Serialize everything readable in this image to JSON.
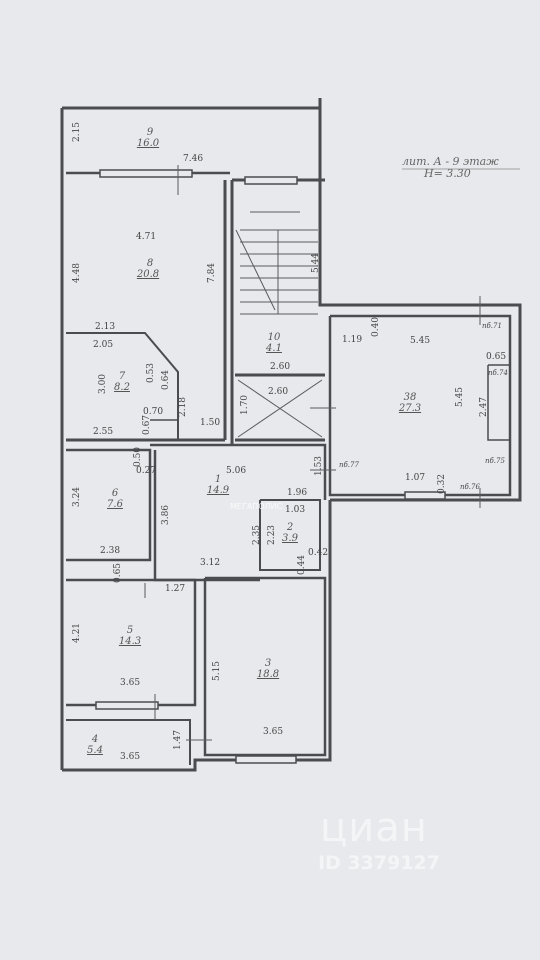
{
  "header": {
    "section": "лит. А - 9 этаж",
    "height": "H= 3.30"
  },
  "rooms": [
    {
      "no": "9",
      "area": "16.0"
    },
    {
      "no": "8",
      "area": "20.8"
    },
    {
      "no": "7",
      "area": "8.2"
    },
    {
      "no": "6",
      "area": "7.6"
    },
    {
      "no": "1",
      "area": "14.9"
    },
    {
      "no": "2",
      "area": "3.9"
    },
    {
      "no": "5",
      "area": "14.3"
    },
    {
      "no": "3",
      "area": "18.8"
    },
    {
      "no": "4",
      "area": "5.4"
    },
    {
      "no": "10",
      "area": "4.1"
    },
    {
      "no": "38",
      "area": "27.3"
    }
  ],
  "dims": {
    "d215": "2.15",
    "d746": "7.46",
    "d471": "4.71",
    "d448": "4.48",
    "d784": "7.84",
    "d213": "2.13",
    "d205": "2.05",
    "d300": "3.00",
    "d053": "0.53",
    "d064": "0.64",
    "d070": "0.70",
    "d067": "0.67",
    "d218": "2.18",
    "d255": "2.55",
    "d150": "1.50",
    "d050": "0.50",
    "d027": "0.27",
    "d324": "3.24",
    "d386": "3.86",
    "d506": "5.06",
    "d196": "1.96",
    "d103": "1.03",
    "d235": "2.35",
    "d223": "2.23",
    "d238": "2.38",
    "d312": "3.12",
    "d042": "0.42",
    "d044": "0.44",
    "d065": "0.65",
    "d127": "1.27",
    "d421": "4.21",
    "d365a": "3.65",
    "d515": "5.15",
    "d365b": "3.65",
    "d365c": "3.65",
    "d147": "1.47",
    "d544": "5.44",
    "d260a": "2.60",
    "d260b": "2.60",
    "d170": "1.70",
    "d153": "1.53",
    "d119": "1.19",
    "d040": "0.40",
    "d545a": "5.45",
    "d545b": "5.45",
    "d065b": "0.65",
    "d247": "2.47",
    "d107": "1.07",
    "d032": "0.32",
    "v71": "пб.71",
    "v74": "пб.74",
    "v75": "пб.75",
    "v76": "пб.76",
    "v77": "пб.77"
  },
  "watermarks": {
    "cian": "циан",
    "id": "ID 3379127",
    "agency": "МЕГАПОЛИС"
  },
  "colors": {
    "wall": "#4a4c50",
    "paper": "#e7e9ec",
    "line": "#5a5c60"
  }
}
